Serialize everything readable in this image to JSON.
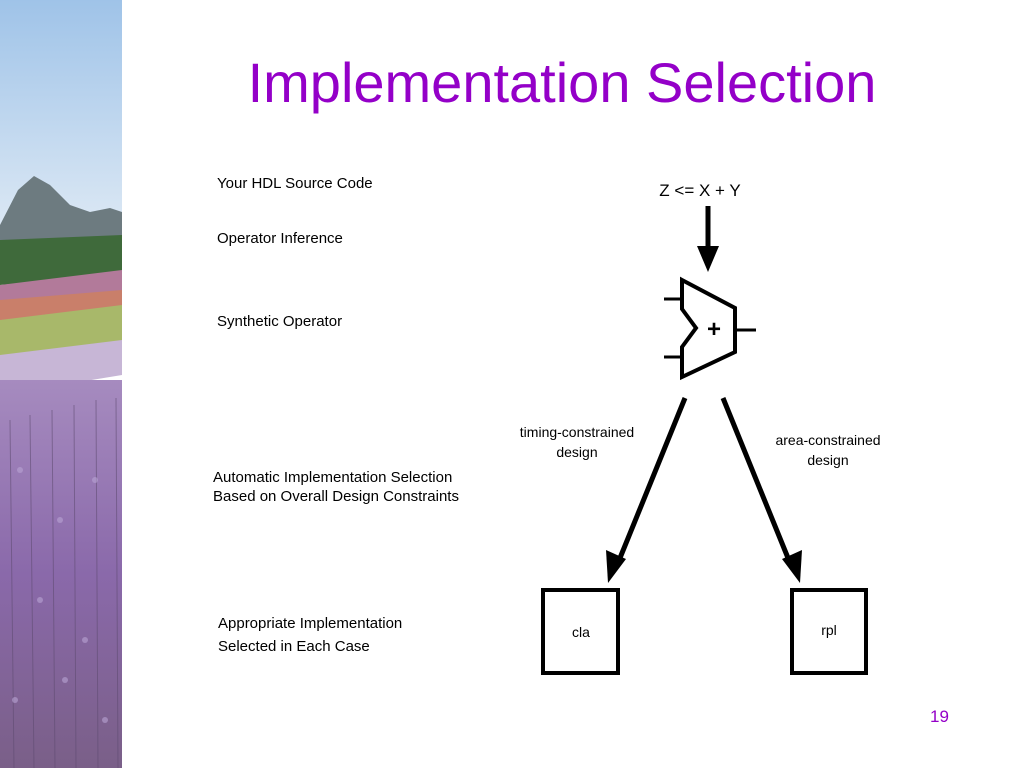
{
  "slide": {
    "title": "Implementation Selection",
    "page_number": "19",
    "title_color": "#9400c8"
  },
  "steps": [
    "Your HDL Source Code",
    "Operator Inference",
    "Synthetic Operator",
    "Automatic Implementation Selection",
    "Based on Overall Design Constraints",
    "Appropriate Implementation",
    "Selected in Each Case"
  ],
  "diagram": {
    "expression": "Z <= X + Y",
    "operator_symbol": "+",
    "left_branch": [
      "timing-constrained",
      "design"
    ],
    "right_branch": [
      "area-constrained",
      "design"
    ],
    "left_impl": "cla",
    "right_impl": "rpl"
  }
}
